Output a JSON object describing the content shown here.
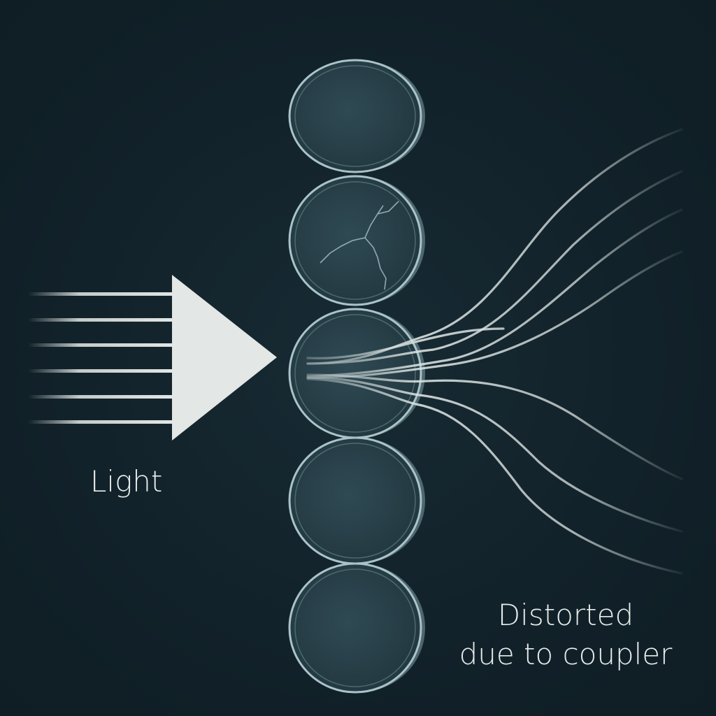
{
  "labels": {
    "light": "Light",
    "distorted_line1": "Distorted",
    "distorted_line2": "due to coupler"
  },
  "colors": {
    "background": "#12222a",
    "lens_fill": "#2a434d",
    "lens_rim": "#a9c3c9",
    "arrow": "#e3e7e5",
    "rays": "#d9e1e0",
    "text": "#e6ebea"
  },
  "elements": {
    "lens_count": 5,
    "cracked_lens": 2,
    "incoming_ray_count": 6,
    "outgoing_ray_count": 8
  }
}
